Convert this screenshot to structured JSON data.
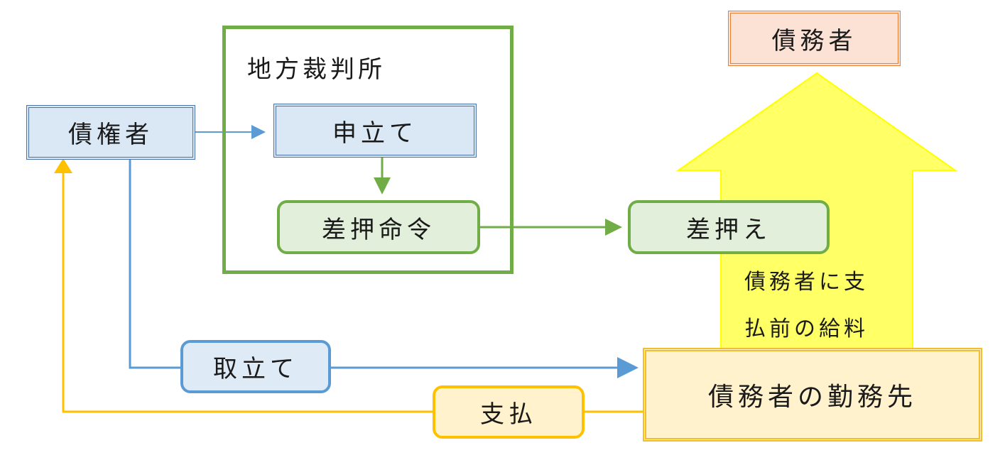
{
  "nodes": {
    "creditor": "債権者",
    "debtor": "債務者",
    "court": "地方裁判所",
    "petition": "申立て",
    "seizure_order": "差押命令",
    "seizure": "差押え",
    "employer": "債務者の勤務先",
    "collection": "取立て",
    "payment": "支払"
  },
  "big_arrow": {
    "line1": "債務者に支",
    "line2": "払前の給料",
    "fill": "#ffff66"
  },
  "colors": {
    "blue": "#5b9bd5",
    "green": "#70ad47",
    "gold": "#ffc000",
    "orange": "#ec7c30"
  }
}
